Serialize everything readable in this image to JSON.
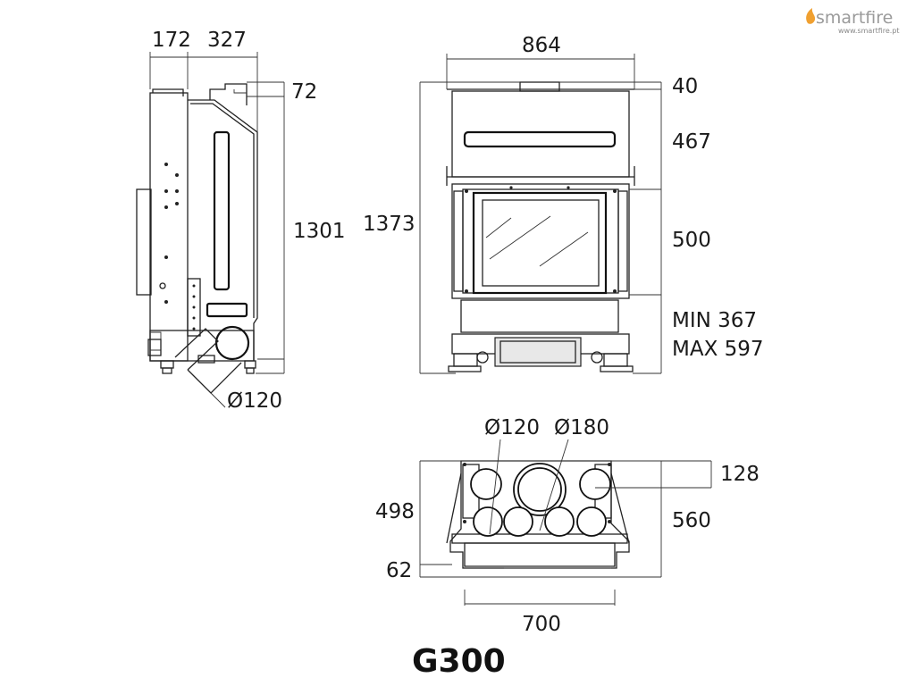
{
  "brand": {
    "name": "smartfire",
    "url": "www.smartfire.pt",
    "icon": "flame-icon",
    "accent": "#f0a030"
  },
  "model": "G300",
  "side_view": {
    "dim_top_left": "172",
    "dim_top_right": "327",
    "dim_flue_step": "72",
    "dim_height": "1301",
    "dim_air_inlet": "Ø120"
  },
  "front_view": {
    "dim_width": "864",
    "dim_total_height": "1373",
    "dim_top": "40",
    "dim_upper": "467",
    "dim_door": "500",
    "dim_base_min": "MIN 367",
    "dim_base_max": "MAX 597"
  },
  "top_view": {
    "dim_small_outlet": "Ø120",
    "dim_large_outlet": "Ø180",
    "dim_offset": "128",
    "dim_depth_left": "498",
    "dim_depth_right": "560",
    "dim_base": "62",
    "dim_width": "700"
  }
}
